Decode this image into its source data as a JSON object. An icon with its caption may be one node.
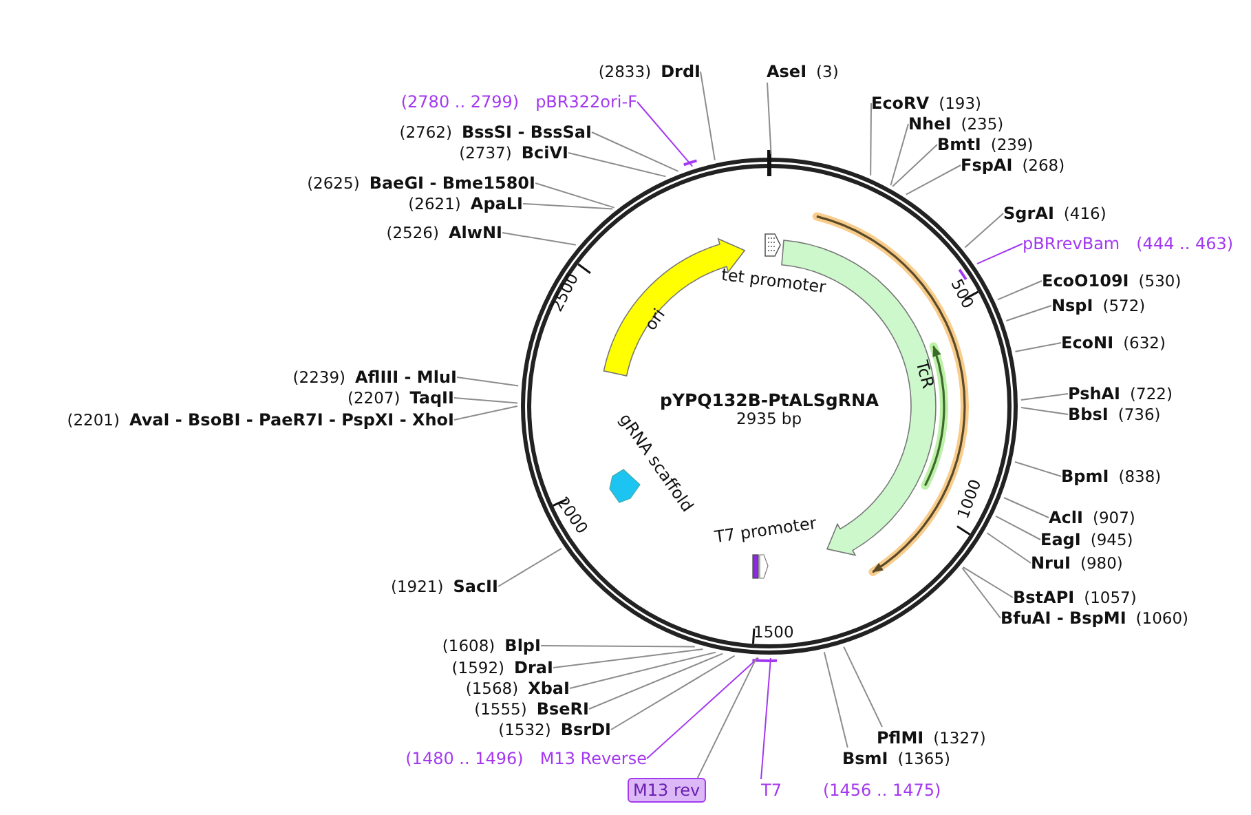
{
  "diagram": {
    "title": "pYPQ132B-PtALSgRNA",
    "nodes": [
      {
        "text": [
          "(2833)",
          "DrdI"
        ]
      },
      {
        "text": [
          "(2780 .. 2799)",
          "pBR322ori-F"
        ]
      },
      {
        "text": [
          "(2762)",
          "BssSI - BssSaI"
        ]
      },
      {
        "text": [
          "(2737)",
          "BciVI"
        ]
      },
      {
        "text": [
          "(2625)",
          "BaeGI - Bme1580I"
        ]
      },
      {
        "text": [
          "(2621)",
          "ApaLI"
        ]
      },
      {
        "text": [
          "(2526)",
          "AlwNI"
        ]
      },
      {
        "text": [
          "(2239)",
          "AflIII - MluI"
        ]
      },
      {
        "text": [
          "(2207)",
          "TaqII"
        ]
      },
      {
        "text": [
          "(2201)",
          "AvaI - BsoBI - PaeR7I - PspXI - XhoI"
        ]
      },
      {
        "text": [
          "(1921)",
          "SacII"
        ]
      },
      {
        "text": [
          "(1608)",
          "BlpI"
        ]
      },
      {
        "text": [
          "(1592)",
          "DraI"
        ]
      },
      {
        "text": [
          "(1568)",
          "XbaI"
        ]
      },
      {
        "text": [
          "(1555)",
          "BseRI"
        ]
      },
      {
        "text": [
          "(1532)",
          "BsrDI"
        ]
      },
      {
        "text": [
          "(1480 .. 1496)",
          "M13 Reverse"
        ]
      },
      {
        "text": [
          "M13 rev"
        ]
      },
      {
        "text": [
          "T7",
          "(1456 .. 1475)"
        ]
      },
      {
        "text": [
          "BsmI",
          "(1365)"
        ]
      },
      {
        "text": [
          "PflMI",
          "(1327)"
        ]
      },
      {
        "text": [
          "BfuAI - BspMI",
          "(1060)"
        ]
      },
      {
        "text": [
          "BstAPI",
          "(1057)"
        ]
      },
      {
        "text": [
          "NruI",
          "(980)"
        ]
      },
      {
        "text": [
          "EagI",
          "(945)"
        ]
      },
      {
        "text": [
          "AclI",
          "(907)"
        ]
      },
      {
        "text": [
          "BpmI",
          "(838)"
        ]
      },
      {
        "text": [
          "BbsI",
          "(736)"
        ]
      },
      {
        "text": [
          "PshAI",
          "(722)"
        ]
      },
      {
        "text": [
          "EcoNI",
          "(632)"
        ]
      },
      {
        "text": [
          "NspI",
          "(572)"
        ]
      },
      {
        "text": [
          "EcoO109I",
          "(530)"
        ]
      },
      {
        "text": [
          "pBRrevBam",
          "(444 .. 463)"
        ]
      },
      {
        "text": [
          "SgrAI",
          "(416)"
        ]
      },
      {
        "text": [
          "FspAI",
          "(268)"
        ]
      },
      {
        "text": [
          "BmtI",
          "(239)"
        ]
      },
      {
        "text": [
          "NheI",
          "(235)"
        ]
      },
      {
        "text": [
          "EcoRV",
          "(193)"
        ]
      },
      {
        "text": [
          "AseI",
          "(3)"
        ]
      },
      {
        "text": [
          "ori"
        ]
      },
      {
        "text": [
          "tet promoter"
        ]
      },
      {
        "text": [
          "TcR"
        ]
      },
      {
        "text": [
          "T7 promoter"
        ]
      },
      {
        "text": [
          "gRNA scaffold"
        ]
      }
    ],
    "edges": [
      {
        "from": 0,
        "to": null,
        "arrow": "none"
      },
      {
        "from": 1,
        "to": null,
        "arrow": "none",
        "color": "#a338f0"
      },
      {
        "from": 2,
        "to": null,
        "arrow": "none"
      },
      {
        "from": 3,
        "to": null,
        "arrow": "none"
      },
      {
        "from": 4,
        "to": null,
        "arrow": "none"
      },
      {
        "from": 5,
        "to": null,
        "arrow": "none"
      },
      {
        "from": 6,
        "to": null,
        "arrow": "none"
      },
      {
        "from": 7,
        "to": null,
        "arrow": "none"
      },
      {
        "from": 8,
        "to": null,
        "arrow": "none"
      },
      {
        "from": 9,
        "to": null,
        "arrow": "none"
      },
      {
        "from": 10,
        "to": null,
        "arrow": "none"
      },
      {
        "from": 11,
        "to": null,
        "arrow": "none"
      },
      {
        "from": 12,
        "to": null,
        "arrow": "none"
      },
      {
        "from": 13,
        "to": null,
        "arrow": "none"
      },
      {
        "from": 14,
        "to": null,
        "arrow": "none"
      },
      {
        "from": 15,
        "to": null,
        "arrow": "none"
      },
      {
        "from": 16,
        "to": null,
        "arrow": "none",
        "color": "#a338f0"
      },
      {
        "from": 17,
        "to": null,
        "arrow": "none"
      },
      {
        "from": 18,
        "to": null,
        "arrow": "none",
        "color": "#a338f0"
      },
      {
        "from": 19,
        "to": null,
        "arrow": "none"
      },
      {
        "from": 20,
        "to": null,
        "arrow": "none"
      },
      {
        "from": 21,
        "to": null,
        "arrow": "none"
      },
      {
        "from": 22,
        "to": null,
        "arrow": "none"
      },
      {
        "from": 23,
        "to": null,
        "arrow": "none"
      },
      {
        "from": 24,
        "to": null,
        "arrow": "none"
      },
      {
        "from": 25,
        "to": null,
        "arrow": "none"
      },
      {
        "from": 26,
        "to": null,
        "arrow": "none"
      },
      {
        "from": 27,
        "to": null,
        "arrow": "none"
      },
      {
        "from": 28,
        "to": null,
        "arrow": "none"
      },
      {
        "from": 29,
        "to": null,
        "arrow": "none"
      },
      {
        "from": 30,
        "to": null,
        "arrow": "none"
      },
      {
        "from": 31,
        "to": null,
        "arrow": "none"
      },
      {
        "from": 32,
        "to": null,
        "arrow": "none",
        "color": "#a338f0"
      },
      {
        "from": 33,
        "to": null,
        "arrow": "none"
      },
      {
        "from": 34,
        "to": null,
        "arrow": "none"
      },
      {
        "from": 35,
        "to": null,
        "arrow": "none"
      },
      {
        "from": 36,
        "to": null,
        "arrow": "none"
      },
      {
        "from": 37,
        "to": null,
        "arrow": "none"
      },
      {
        "from": 38,
        "to": null,
        "arrow": "none"
      }
    ],
    "labels": [
      "2500",
      "500",
      "2935 bp",
      "1000",
      "2000",
      "1500"
    ]
  }
}
